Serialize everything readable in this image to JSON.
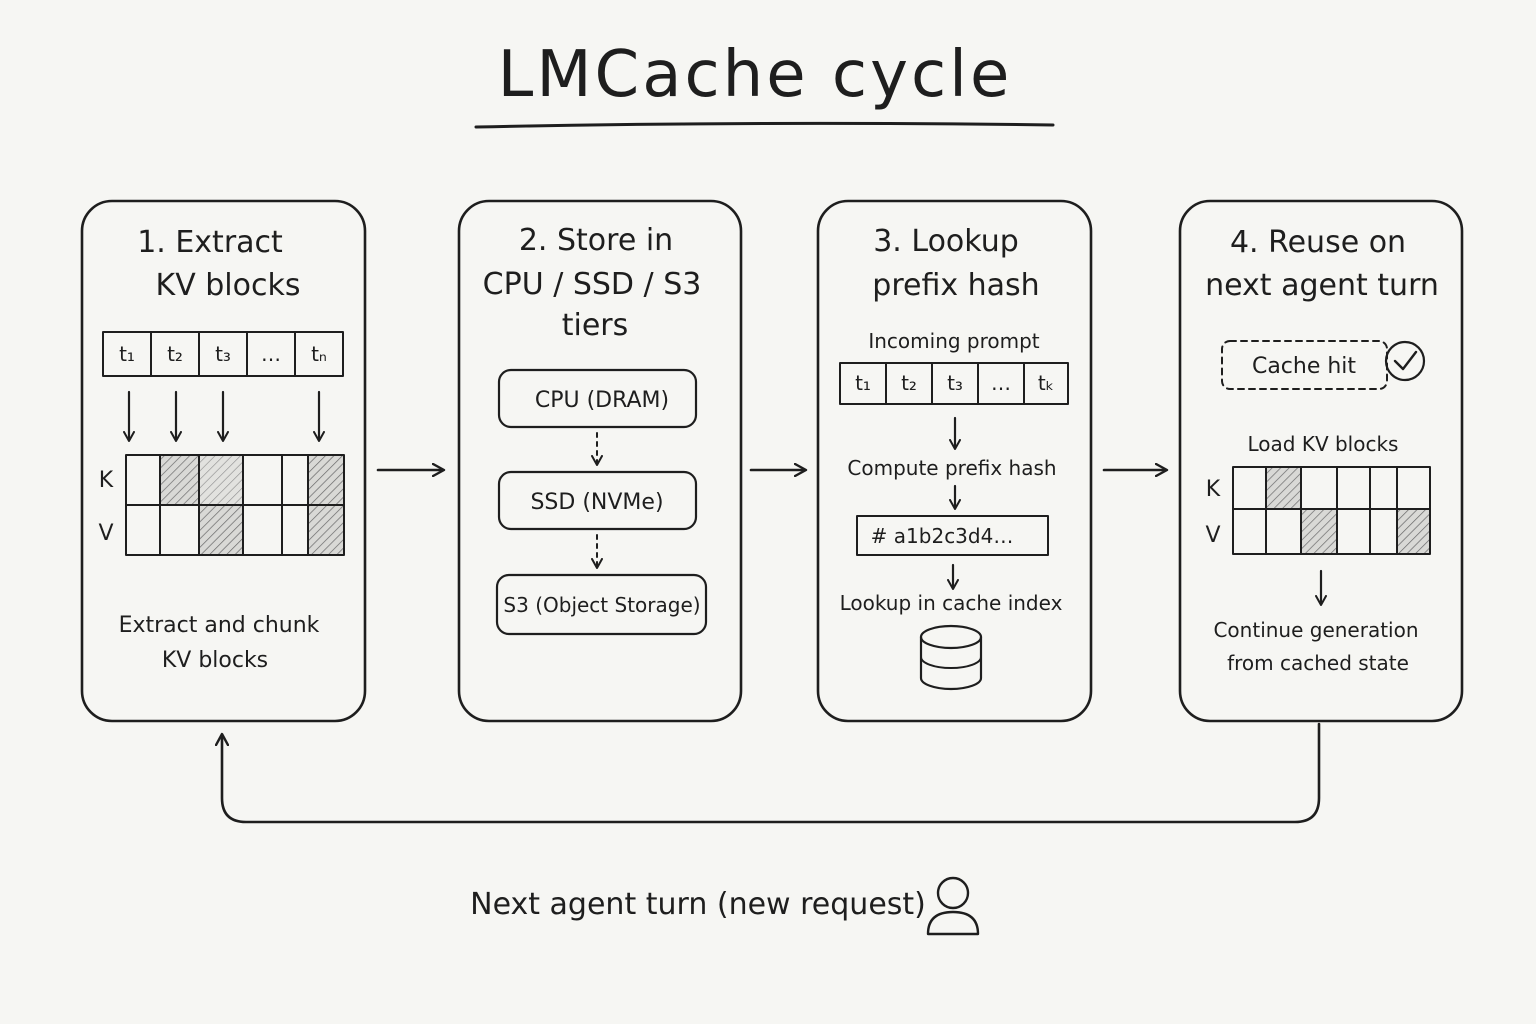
{
  "title": "LMCache cycle",
  "steps": [
    {
      "heading": [
        "1. Extract",
        "KV blocks"
      ],
      "tokens": [
        "t₁",
        "t₂",
        "t₃",
        "…",
        "tₙ"
      ],
      "row_labels": [
        "K",
        "V"
      ],
      "caption": [
        "Extract and chunk",
        "KV blocks"
      ]
    },
    {
      "heading": [
        "2. Store in",
        "CPU / SSD / S3",
        "tiers"
      ],
      "tiers": [
        "CPU (DRAM)",
        "SSD (NVMe)",
        "S3 (Object Storage)"
      ]
    },
    {
      "heading": [
        "3. Lookup",
        "prefix hash"
      ],
      "prompt_label": "Incoming prompt",
      "tokens": [
        "t₁",
        "t₂",
        "t₃",
        "…",
        "tₖ"
      ],
      "compute_label": "Compute prefix hash",
      "hash_value": "# a1b2c3d4…",
      "lookup_label": "Lookup in cache index"
    },
    {
      "heading": [
        "4. Reuse on",
        "next agent turn"
      ],
      "cache_hit": "Cache hit",
      "load_label": "Load KV blocks",
      "row_labels": [
        "K",
        "V"
      ],
      "caption": [
        "Continue generation",
        "from cached state"
      ]
    }
  ],
  "loop_label": "Next agent turn (new request)",
  "icons": {
    "check": "check-circle-icon",
    "database": "database-icon",
    "user": "user-icon"
  },
  "colors": {
    "ink": "#1e1e1e",
    "paper": "#f6f6f3"
  }
}
